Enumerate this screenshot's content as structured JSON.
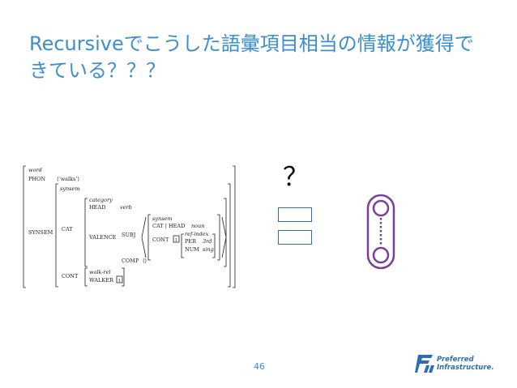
{
  "slide": {
    "title_line1": "Recursiveでこうした語彙項目相当の情報が獲得で",
    "title_line2": "きている？？？",
    "question_mark": "？",
    "page_number": "46"
  },
  "avm": {
    "type_word": "word",
    "phon_label": "PHON",
    "phon_value": "⟨‘walks’⟩",
    "type_synsem": "synsem",
    "synsem_label": "SYNSEM",
    "type_category": "category",
    "head_label": "HEAD",
    "head_value": "verb",
    "cat_label": "CAT",
    "valence_label": "VALENCE",
    "subj_label": "SUBJ",
    "type_synsem_inner": "synsem",
    "cat_head_label": "CAT | HEAD",
    "cat_head_value": "noun",
    "cont_inner_label": "CONT",
    "tag_1": "1",
    "type_ref_index": "ref-index",
    "per_label": "PER",
    "per_value": "3rd",
    "num_label": "NUM",
    "num_value": "sing",
    "comp_label": "COMP",
    "comp_value": "⟨⟩",
    "cont_label": "CONT",
    "type_walk": "walk-rel",
    "walker_label": "WALKER"
  },
  "logo": {
    "line1": "Preferred",
    "line2": "Infrastructure."
  },
  "colors": {
    "title": "#3a8fd0",
    "box_border": "#2f6fb3",
    "stack": "#7b3f9a",
    "logo": "#2a6fb5"
  }
}
